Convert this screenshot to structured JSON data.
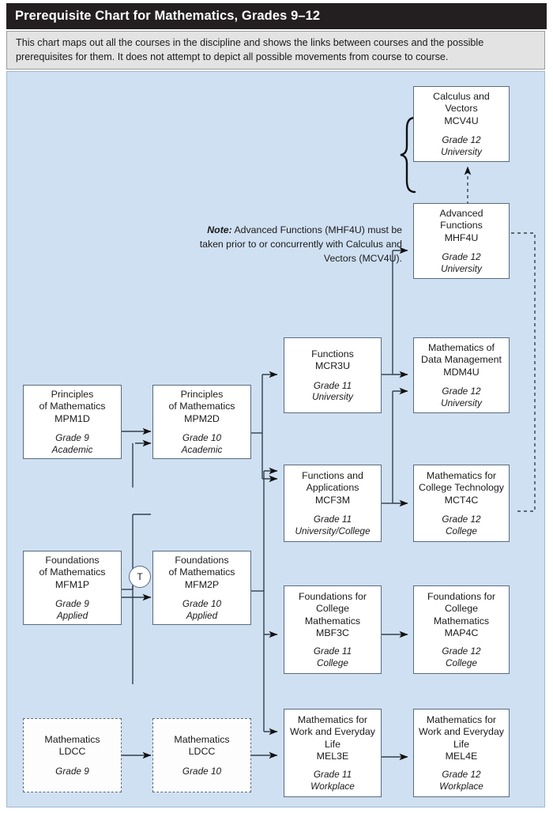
{
  "header": {
    "title": "Prerequisite Chart for Mathematics, Grades 9–12",
    "intro": "This chart maps out all the courses in the discipline and shows the links between courses and the possible prerequisites for them. It does not attempt to depict all possible movements from course to course."
  },
  "note": {
    "label": "Note:",
    "text": " Advanced Functions (MHF4U) must be taken prior to or concurrently with Calculus and Vectors (MCV4U)."
  },
  "transfer_node": {
    "label": "T"
  },
  "colors": {
    "canvas_background": "#cfe0f2",
    "header_background": "#231f20",
    "intro_background": "#e3e3e3",
    "box_border": "#5a6b7d",
    "box_fill": "#ffffff",
    "connector": "#33404d"
  },
  "chart_data": {
    "type": "diagram",
    "title": "Prerequisite Chart for Mathematics, Grades 9–12",
    "nodes": [
      {
        "id": "MCV4U",
        "name": "Calculus and\nVectors",
        "code": "MCV4U",
        "grade": "Grade 12",
        "stream": "University",
        "style": "solid"
      },
      {
        "id": "MHF4U",
        "name": "Advanced\nFunctions",
        "code": "MHF4U",
        "grade": "Grade 12",
        "stream": "University",
        "style": "solid"
      },
      {
        "id": "MPM1D",
        "name": "Principles\nof Mathematics",
        "code": "MPM1D",
        "grade": "Grade 9",
        "stream": "Academic",
        "style": "solid"
      },
      {
        "id": "MPM2D",
        "name": "Principles\nof Mathematics",
        "code": "MPM2D",
        "grade": "Grade 10",
        "stream": "Academic",
        "style": "solid"
      },
      {
        "id": "MCR3U",
        "name": "Functions",
        "code": "MCR3U",
        "grade": "Grade 11",
        "stream": "University",
        "style": "solid"
      },
      {
        "id": "MDM4U",
        "name": "Mathematics of\nData Management",
        "code": "MDM4U",
        "grade": "Grade 12",
        "stream": "University",
        "style": "solid"
      },
      {
        "id": "MCF3M",
        "name": "Functions and\nApplications",
        "code": "MCF3M",
        "grade": "Grade 11",
        "stream": "University/College",
        "style": "solid"
      },
      {
        "id": "MCT4C",
        "name": "Mathematics for\nCollege Technology",
        "code": "MCT4C",
        "grade": "Grade 12",
        "stream": "College",
        "style": "solid"
      },
      {
        "id": "MFM1P",
        "name": "Foundations\nof Mathematics",
        "code": "MFM1P",
        "grade": "Grade 9",
        "stream": "Applied",
        "style": "solid"
      },
      {
        "id": "MFM2P",
        "name": "Foundations\nof Mathematics",
        "code": "MFM2P",
        "grade": "Grade 10",
        "stream": "Applied",
        "style": "solid"
      },
      {
        "id": "MBF3C",
        "name": "Foundations for\nCollege\nMathematics",
        "code": "MBF3C",
        "grade": "Grade 11",
        "stream": "College",
        "style": "solid"
      },
      {
        "id": "MAP4C",
        "name": "Foundations for\nCollege\nMathematics",
        "code": "MAP4C",
        "grade": "Grade 12",
        "stream": "College",
        "style": "solid"
      },
      {
        "id": "MEL3E",
        "name": "Mathematics for\nWork and Everyday\nLife",
        "code": "MEL3E",
        "grade": "Grade 11",
        "stream": "Workplace",
        "style": "solid"
      },
      {
        "id": "MEL4E",
        "name": "Mathematics for\nWork and Everyday\nLife",
        "code": "MEL4E",
        "grade": "Grade 12",
        "stream": "Workplace",
        "style": "solid"
      },
      {
        "id": "LDCC9",
        "name": "Mathematics",
        "code": "LDCC",
        "grade": "Grade 9",
        "stream": "",
        "style": "dashed"
      },
      {
        "id": "LDCC10",
        "name": "Mathematics",
        "code": "LDCC",
        "grade": "Grade 10",
        "stream": "",
        "style": "dashed"
      }
    ],
    "edges": [
      {
        "from": "MPM1D",
        "to": "MPM2D",
        "style": "solid"
      },
      {
        "from": "MFM1P",
        "to": "MFM2P",
        "style": "solid"
      },
      {
        "from": "MFM1P",
        "to": "MPM2D",
        "style": "solid",
        "via": "transfer-node"
      },
      {
        "from": "MPM2D",
        "to": "MCR3U",
        "style": "solid"
      },
      {
        "from": "MPM2D",
        "to": "MCF3M",
        "style": "solid"
      },
      {
        "from": "MCR3U",
        "to": "MHF4U",
        "style": "solid"
      },
      {
        "from": "MCR3U",
        "to": "MDM4U",
        "style": "solid"
      },
      {
        "from": "MCF3M",
        "to": "MDM4U",
        "style": "solid"
      },
      {
        "from": "MCF3M",
        "to": "MCT4C",
        "style": "solid"
      },
      {
        "from": "MFM2P",
        "to": "MCF3M",
        "style": "solid"
      },
      {
        "from": "MFM2P",
        "to": "MBF3C",
        "style": "solid"
      },
      {
        "from": "MFM2P",
        "to": "MEL3E",
        "style": "solid"
      },
      {
        "from": "MBF3C",
        "to": "MAP4C",
        "style": "solid"
      },
      {
        "from": "MEL3E",
        "to": "MEL4E",
        "style": "solid"
      },
      {
        "from": "LDCC9",
        "to": "LDCC10",
        "style": "solid"
      },
      {
        "from": "LDCC10",
        "to": "MEL3E",
        "style": "solid"
      },
      {
        "from": "MHF4U",
        "to": "MCV4U",
        "style": "dashed"
      },
      {
        "from": "MCT4C",
        "to": "MHF4U",
        "style": "dashed"
      }
    ]
  }
}
